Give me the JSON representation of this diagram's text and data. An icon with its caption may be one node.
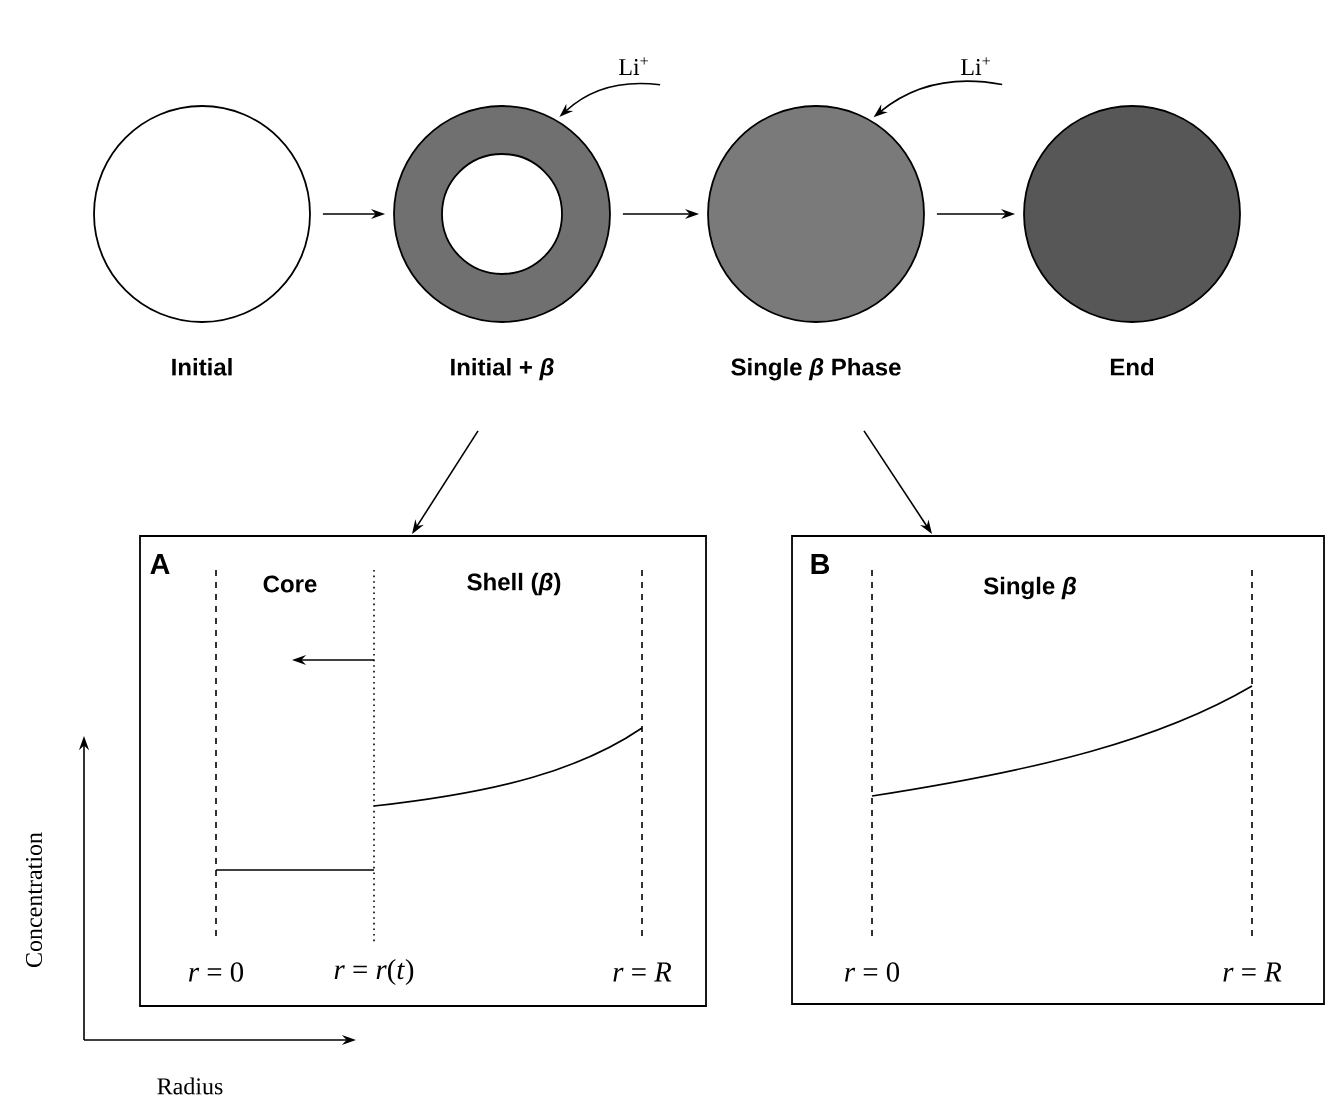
{
  "diagram": {
    "nodes": [
      {
        "text": [
          "Initial"
        ]
      },
      {
        "text": [
          "Initial + *β*"
        ]
      },
      {
        "text": [
          "Single *β* Phase"
        ]
      },
      {
        "text": [
          "End"
        ]
      },
      {
        "text": [
          "A",
          "Core",
          "Shell (*β*)",
          "*r* = 0",
          "*r* = *r*(*t*)",
          "*r* = *R*"
        ]
      },
      {
        "text": [
          "B",
          "Single *β*",
          "*r* = 0",
          "*r* = *R*"
        ]
      },
      {
        "text": [
          "Li$^{+}$"
        ]
      },
      {
        "text": [
          "Li$^{+}$"
        ]
      }
    ],
    "edges": [
      {
        "from": 0,
        "to": 1,
        "arrow": "to"
      },
      {
        "from": 1,
        "to": 2,
        "arrow": "to"
      },
      {
        "from": 2,
        "to": 3,
        "arrow": "to"
      },
      {
        "from": 1,
        "to": 4,
        "arrow": "to"
      },
      {
        "from": 2,
        "to": 5,
        "arrow": "to"
      },
      {
        "from": 6,
        "to": 1,
        "arrow": "to"
      },
      {
        "from": 7,
        "to": 2,
        "arrow": "to"
      }
    ],
    "labels": [
      "Concentration",
      "Radius"
    ]
  }
}
